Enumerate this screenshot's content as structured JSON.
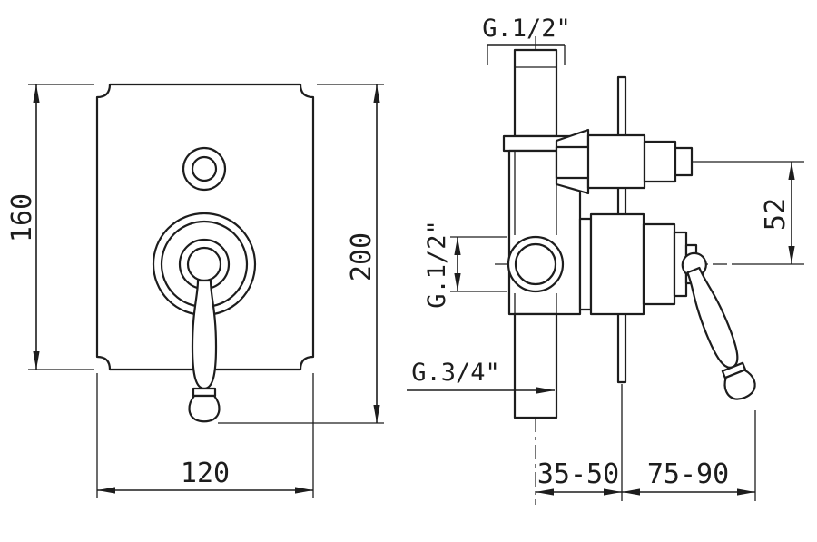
{
  "colors": {
    "ink": "#1d1d1d",
    "background": "#ffffff"
  },
  "drawing": {
    "front_view": {
      "plate_height": "160",
      "total_height": "200",
      "plate_width": "120"
    },
    "side_view": {
      "top_connection": "G.1/2\"",
      "inlet_connection": "G.1/2\"",
      "bottom_connection": "G.3/4\"",
      "outlet_to_axis": "52",
      "install_depth_range": "35-50",
      "protrusion_range": "75-90"
    }
  }
}
